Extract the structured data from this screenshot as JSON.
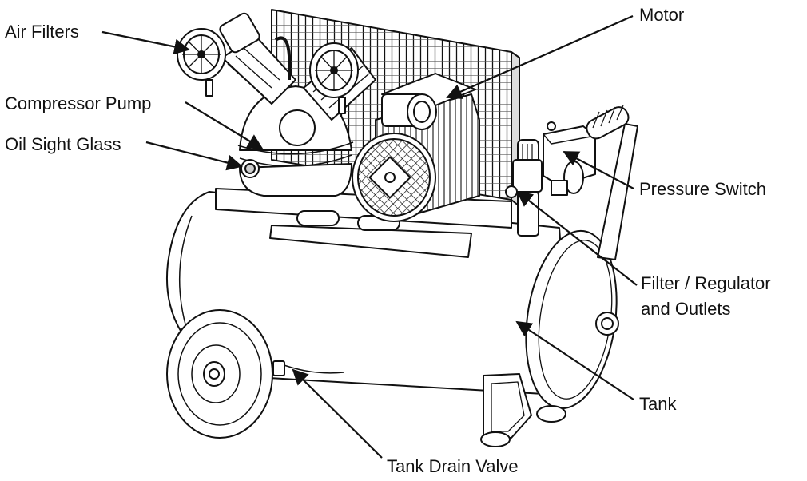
{
  "labels": {
    "air_filters": "Air Filters",
    "compressor_pump": "Compressor Pump",
    "oil_sight_glass": "Oil Sight Glass",
    "motor": "Motor",
    "pressure_switch": "Pressure Switch",
    "filter_regulator_line1": "Filter / Regulator",
    "filter_regulator_line2": "and Outlets",
    "tank": "Tank",
    "tank_drain_valve": "Tank Drain Valve"
  },
  "colors": {
    "line": "#111111",
    "fill": "#ffffff",
    "shade": "#cfcfcf"
  }
}
